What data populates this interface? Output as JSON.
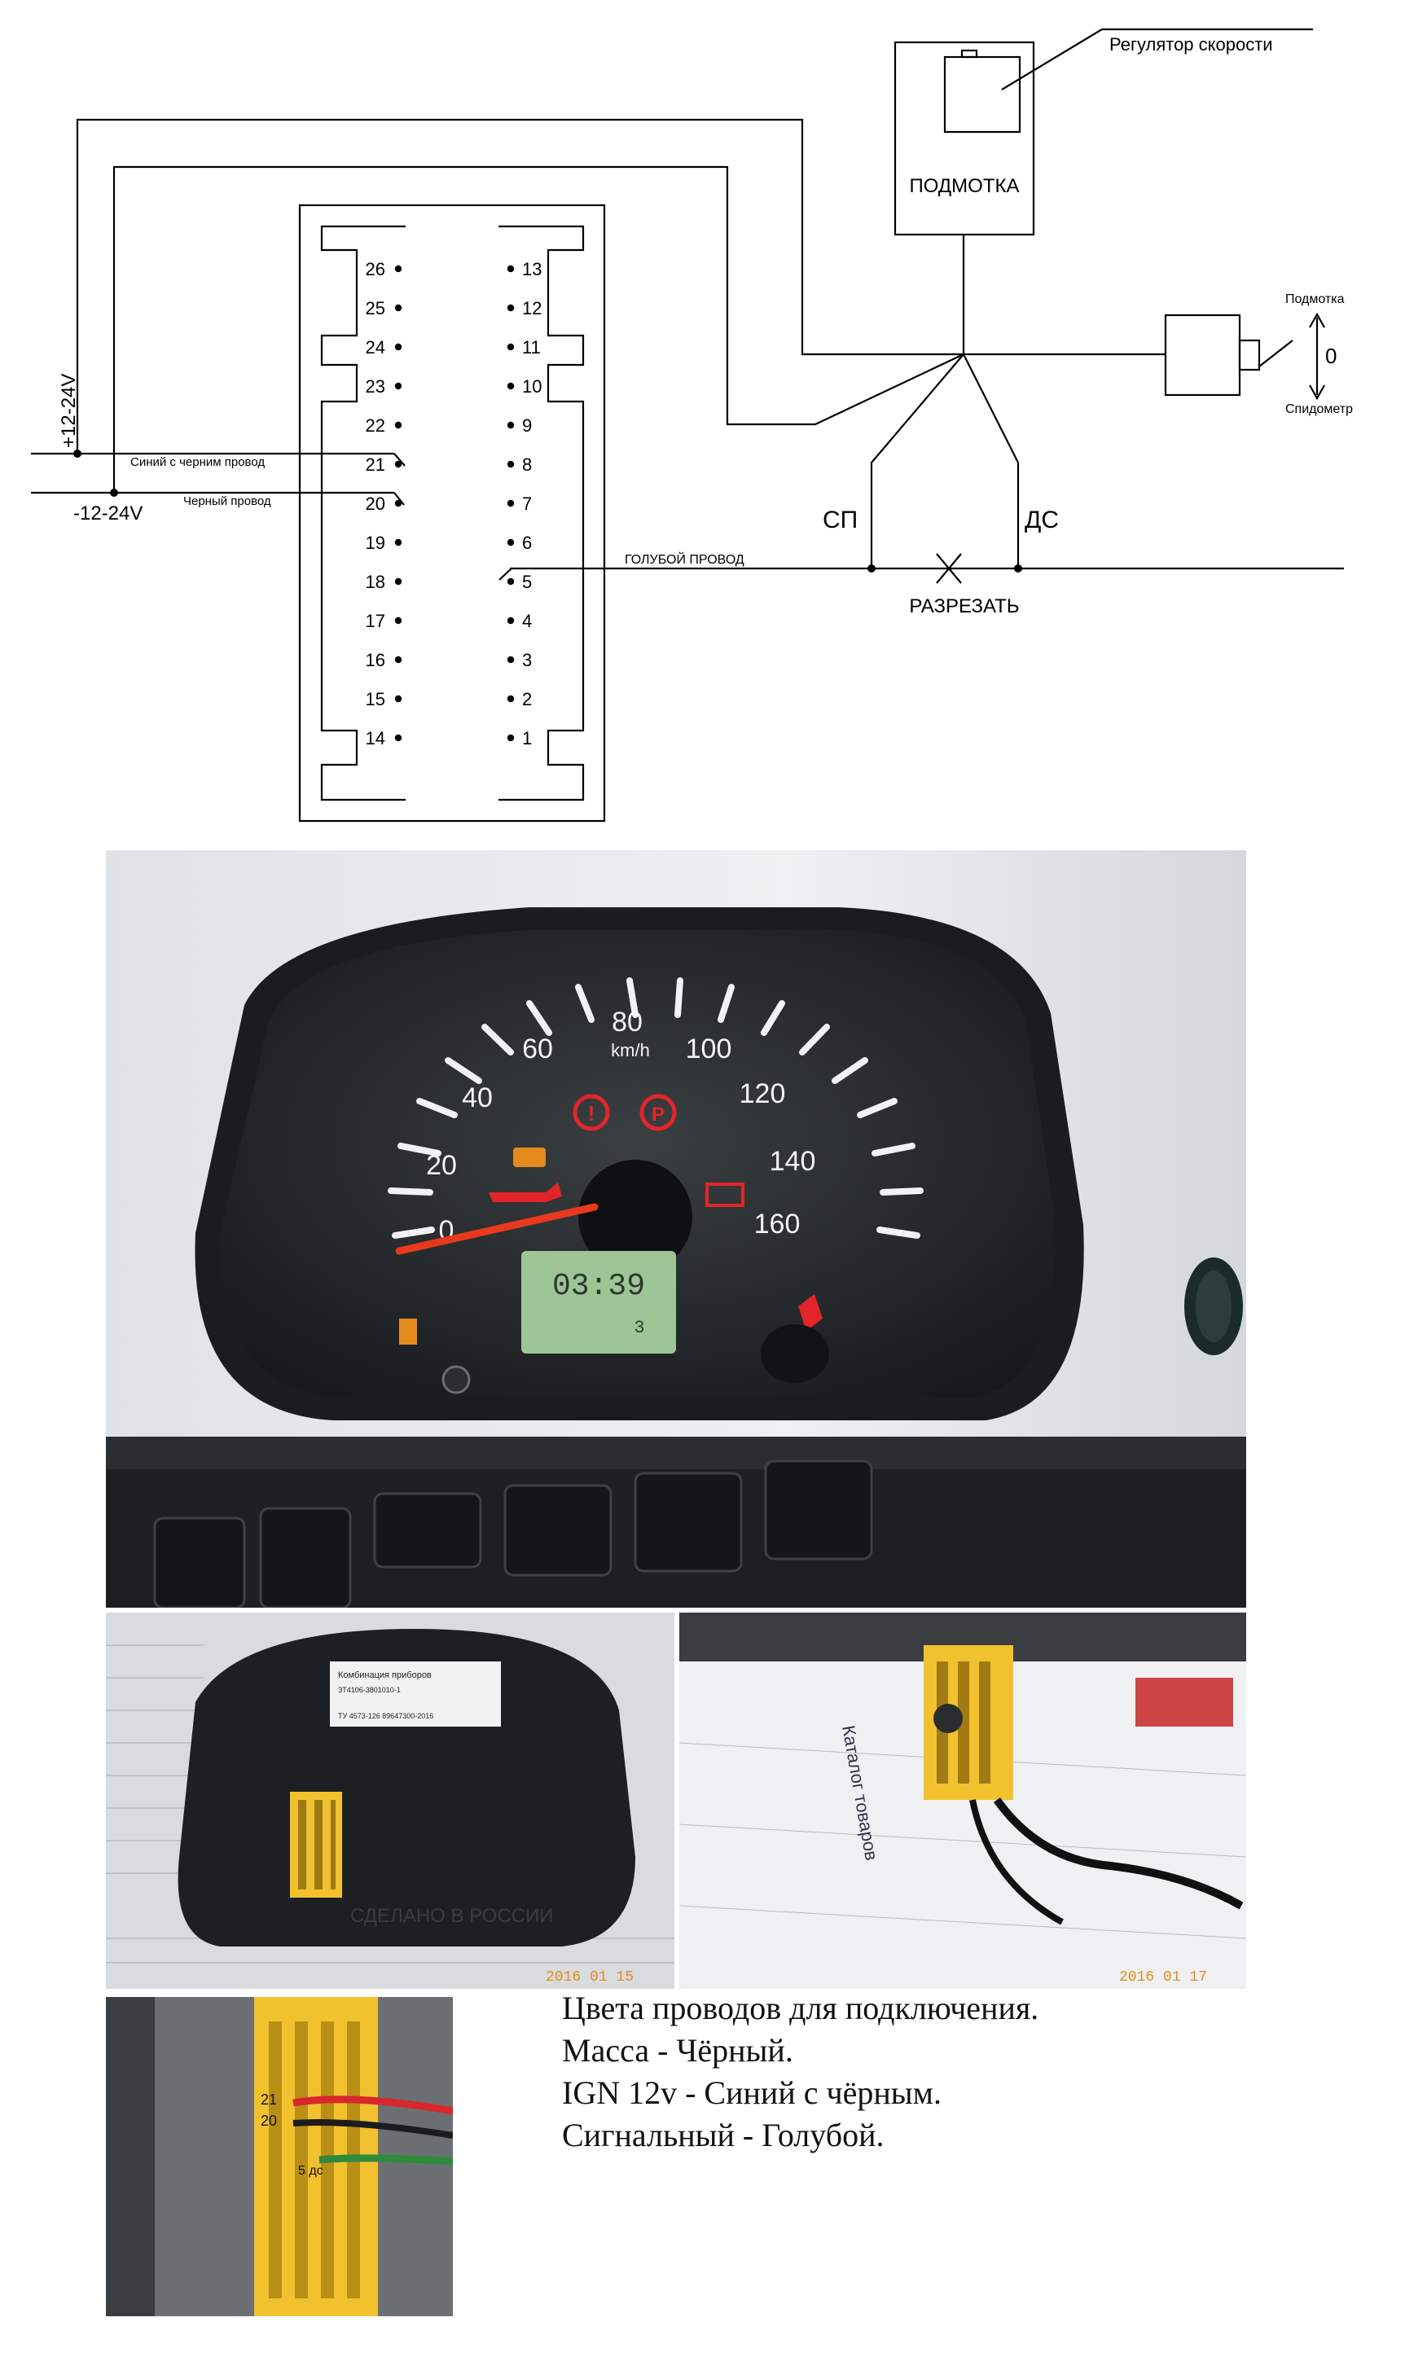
{
  "diagram": {
    "supply_positive": "+12-24V",
    "supply_negative": "-12-24V",
    "wire_blue_black": "Синий с черним провод",
    "wire_black": "Черный провод",
    "wire_light_blue": "ГОЛУБОЙ ПРОВОД",
    "speed_regulator": "Регулятор скорости",
    "winding_box": "ПОДМОТКА",
    "winding_small": "Подмотка",
    "speedometer_small": "Спидометр",
    "switch_zero": "0",
    "sp_label": "СП",
    "ds_label": "ДС",
    "cut_label": "РАЗРЕЗАТЬ",
    "left_pins": [
      "26",
      "25",
      "24",
      "23",
      "22",
      "21",
      "20",
      "19",
      "18",
      "17",
      "16",
      "15",
      "14"
    ],
    "right_pins": [
      "13",
      "12",
      "11",
      "10",
      "9",
      "8",
      "7",
      "6",
      "5",
      "4",
      "3",
      "2",
      "1"
    ]
  },
  "dashboard": {
    "speed_ticks": [
      "0",
      "20",
      "40",
      "60",
      "80",
      "100",
      "120",
      "140",
      "160"
    ],
    "unit": "km/h",
    "lcd_time": "03:39",
    "lcd_small": "3"
  },
  "back_photo": {
    "label_title": "Комбинация приборов",
    "label_line1": "ЗТ4106-3801010-1",
    "label_line2": "ТУ 4573-126 89647300-2016",
    "made_in": "СДЕЛАНО В РОССИИ",
    "date": "2016 01 15"
  },
  "connector_photo": {
    "catalog": "Каталог товаров",
    "date": "2016 01 17"
  },
  "closeup_photo": {
    "pin21": "21",
    "pin20": "20",
    "pin5": "5 дс"
  },
  "notes": [
    "Цвета проводов для подключения.",
    "Масса - Чёрный.",
    "IGN 12v - Синий с чёрным.",
    "Сигнальный - Голубой."
  ],
  "colors": {
    "line": "#000000",
    "red_wire": "#d9272e",
    "green_wire": "#2f8a3c",
    "connector_yellow": "#f2c12e",
    "needle": "#e8391e",
    "lcd": "#9ec596"
  }
}
